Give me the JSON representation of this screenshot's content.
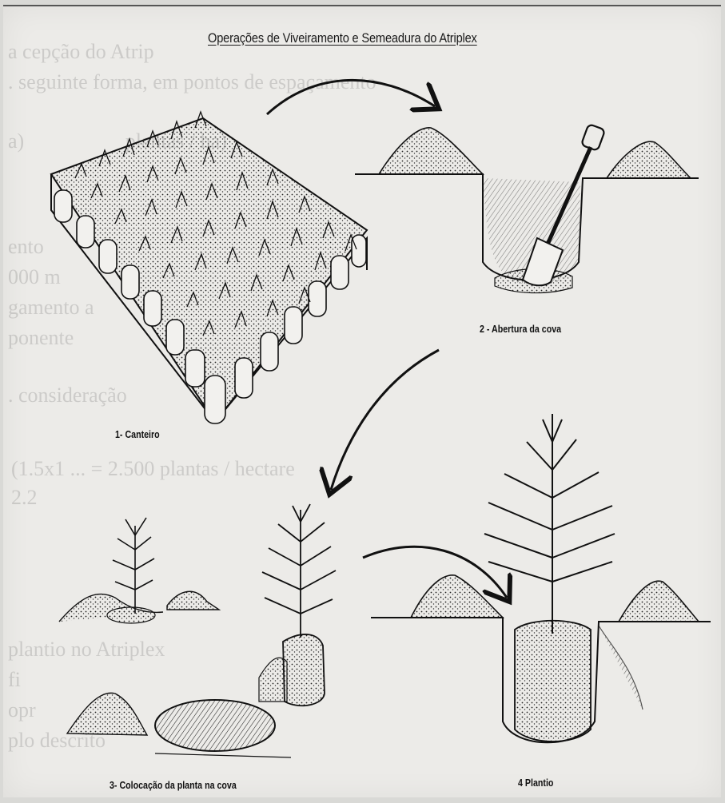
{
  "title": "Operações de Viveiramento e Semeadura do Atriplex",
  "steps": [
    {
      "caption": "1- Canteiro"
    },
    {
      "caption": "2 - Abertura da cova"
    },
    {
      "caption": "3- Colocação da planta na cova"
    },
    {
      "caption": "4 Plantio"
    }
  ],
  "colors": {
    "ink": "#1a1a1a",
    "paper": "#ecebe8",
    "bleed_through": "#9a9a9a"
  }
}
